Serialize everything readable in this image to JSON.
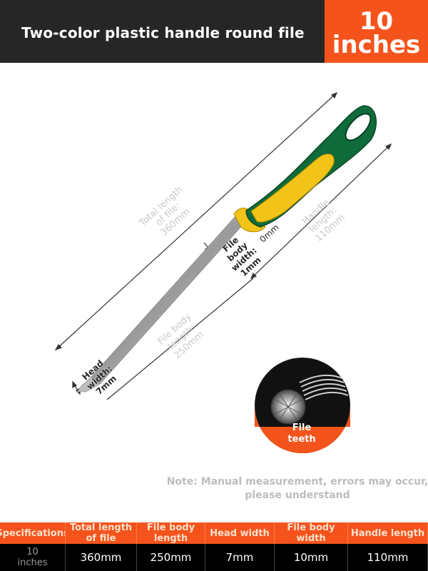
{
  "header": {
    "title": "Two-color plastic handle round file"
  },
  "size_badge": {
    "line1": "10",
    "line2": "inches"
  },
  "annotations": {
    "total_length": "Total length\nof file:\n360mm",
    "handle_length": "Handle\nlength:\n110mm",
    "body_width": "File\nbody\nwidth:\n1mm",
    "zero": "0mm",
    "body_length": "File body\nlength:\n250mm",
    "head_width": "Head\nwidth:\n7mm"
  },
  "teeth_label": "File\nteeth",
  "note": "Note: Manual measurement, errors may occur, please understand",
  "table": {
    "headers": [
      "Specifications",
      "Total length of file",
      "File body length",
      "Head width",
      "File body width",
      "Handle length"
    ],
    "values": [
      "10\ninches",
      "360mm",
      "250mm",
      "7mm",
      "10mm",
      "110mm"
    ]
  },
  "colors": {
    "accent": "#f4541c",
    "handle_green": "#0f6b3a",
    "handle_yellow": "#f2c318",
    "header_bg": "#262626"
  }
}
